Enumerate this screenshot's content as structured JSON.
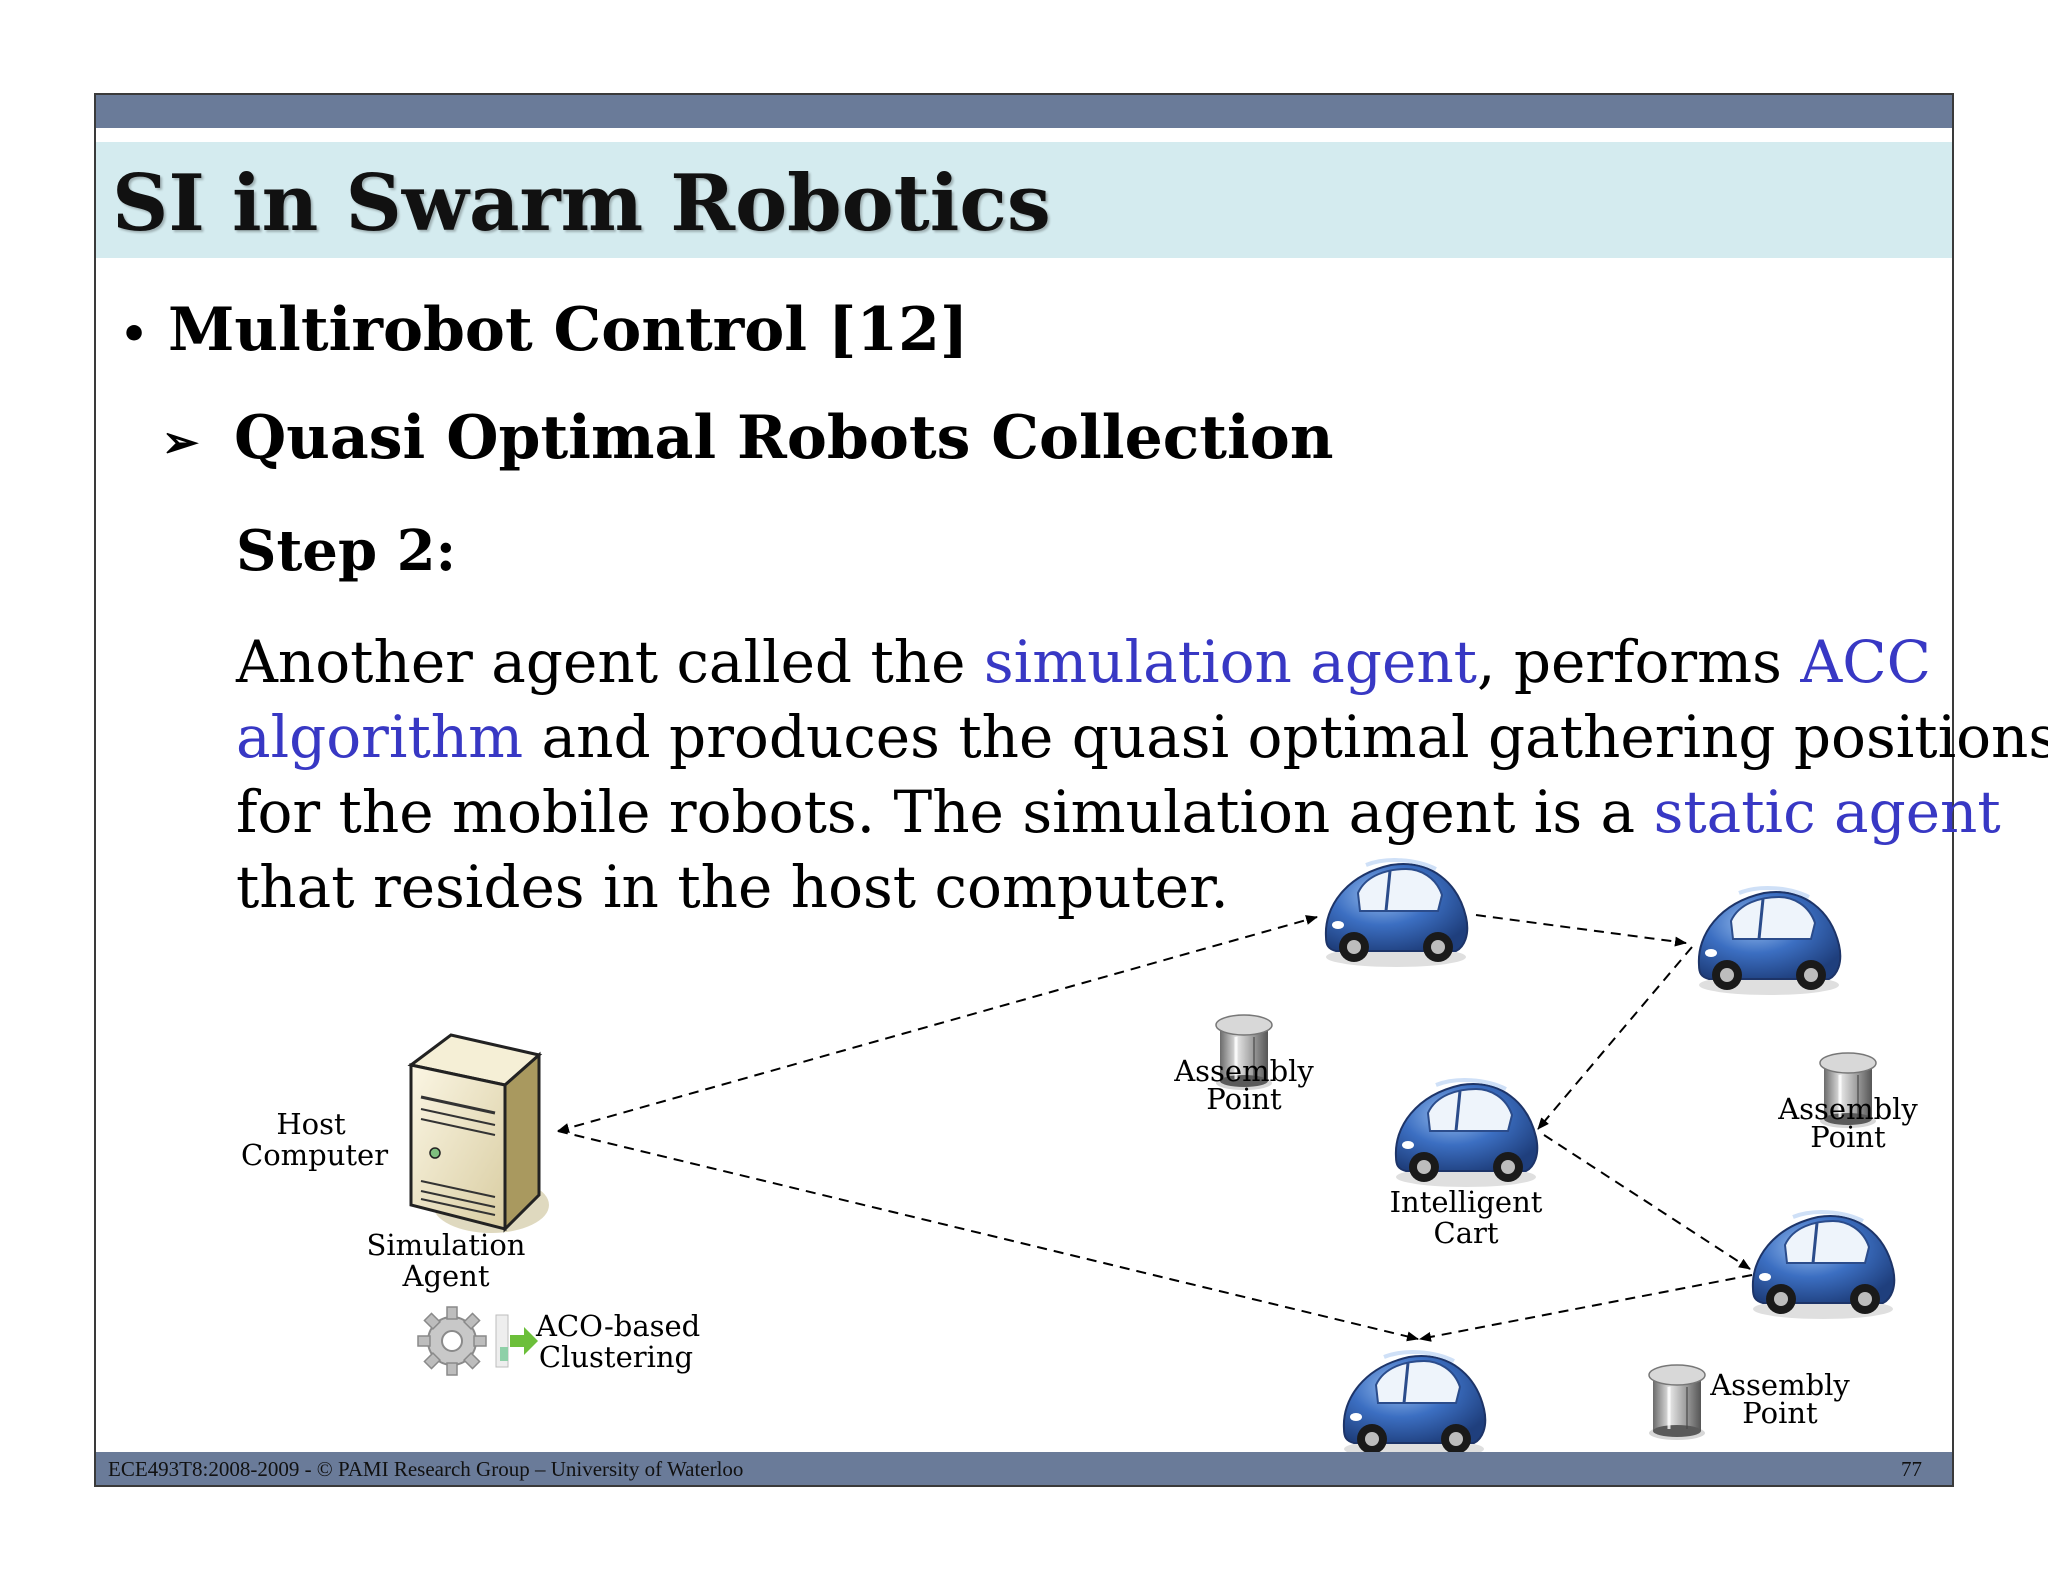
{
  "title": "SI in Swarm Robotics",
  "bullet_1": "Multirobot Control [12]",
  "bullet_2": "Quasi Optimal Robots Collection",
  "step_label": "Step 2:",
  "paragraph": {
    "l1_a": "Another agent called the ",
    "l1_b": "simulation agent",
    "l1_c": ", performs ",
    "l1_d": "ACC",
    "l2_a": "algorithm",
    "l2_b": " and produces the quasi optimal gathering positions",
    "l3_a": "for the mobile robots. The simulation agent is a ",
    "l3_b": "static agent",
    "l4": "that resides in the host computer."
  },
  "diagram": {
    "host_computer": [
      "Host",
      "Computer"
    ],
    "simulation_agent": [
      "Simulation",
      "Agent"
    ],
    "aco_clustering": [
      "ACO-based",
      "Clustering"
    ],
    "intelligent_cart": [
      "Intelligent",
      "Cart"
    ],
    "assembly_point": [
      "Assembly",
      "Point"
    ]
  },
  "footer": {
    "course": "ECE493T8:2008-2009 -   ©    PAMI Research Group – University of Waterloo",
    "page_number": "77"
  },
  "colors": {
    "band": "#6a7b99",
    "title_bg": "#d4ebef",
    "highlight": "#3838c4",
    "cart_body": "#2f5fb0"
  }
}
